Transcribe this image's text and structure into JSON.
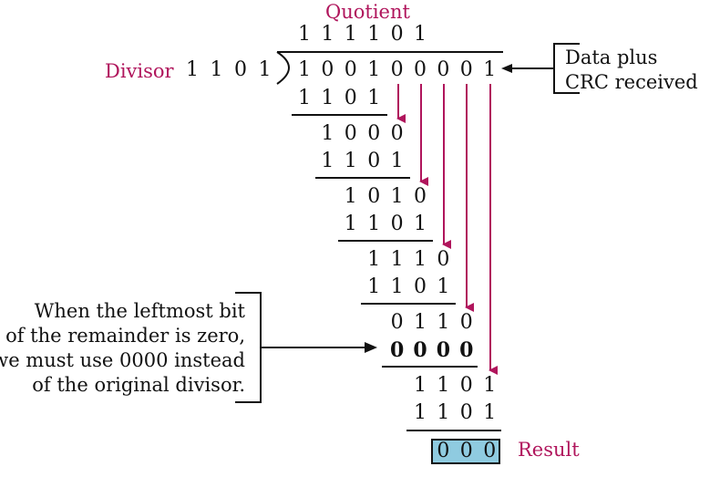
{
  "labels": {
    "quotient": "Quotient",
    "divisor": "Divisor",
    "result": "Result",
    "data_plus_line1": "Data plus",
    "data_plus_line2": "CRC received",
    "note_line1": "When the leftmost bit",
    "note_line2": "of the remainder is zero,",
    "note_line3": "we must use 0000 instead",
    "note_line4": "of the original divisor."
  },
  "quotient_bits": [
    "1",
    "1",
    "1",
    "1",
    "0",
    "1"
  ],
  "divisor_bits": [
    "1",
    "1",
    "0",
    "1"
  ],
  "dividend_bits": [
    "1",
    "0",
    "0",
    "1",
    "0",
    "0",
    "0",
    "0",
    "1"
  ],
  "rows": [
    {
      "name": "subtract-1",
      "bits": [
        "1",
        "1",
        "0",
        "1"
      ],
      "col": 0,
      "bold": false
    },
    {
      "name": "remainder-1",
      "bits": [
        "1",
        "0",
        "0",
        "0"
      ],
      "col": 1,
      "bold": false
    },
    {
      "name": "subtract-2",
      "bits": [
        "1",
        "1",
        "0",
        "1"
      ],
      "col": 1,
      "bold": false
    },
    {
      "name": "remainder-2",
      "bits": [
        "1",
        "0",
        "1",
        "0"
      ],
      "col": 2,
      "bold": false
    },
    {
      "name": "subtract-3",
      "bits": [
        "1",
        "1",
        "0",
        "1"
      ],
      "col": 2,
      "bold": false
    },
    {
      "name": "remainder-3",
      "bits": [
        "1",
        "1",
        "1",
        "0"
      ],
      "col": 3,
      "bold": false
    },
    {
      "name": "subtract-4",
      "bits": [
        "1",
        "1",
        "0",
        "1"
      ],
      "col": 3,
      "bold": false
    },
    {
      "name": "remainder-4",
      "bits": [
        "0",
        "1",
        "1",
        "0"
      ],
      "col": 4,
      "bold": false
    },
    {
      "name": "subtract-5",
      "bits": [
        "0",
        "0",
        "0",
        "0"
      ],
      "col": 4,
      "bold": true
    },
    {
      "name": "remainder-5",
      "bits": [
        "1",
        "1",
        "0",
        "1"
      ],
      "col": 5,
      "bold": false
    },
    {
      "name": "subtract-6",
      "bits": [
        "1",
        "1",
        "0",
        "1"
      ],
      "col": 5,
      "bold": false
    }
  ],
  "result_bits": [
    "0",
    "0",
    "0"
  ],
  "colors": {
    "accent": "#b0155c",
    "result_fill": "#8fcbe0",
    "text": "#111111"
  }
}
